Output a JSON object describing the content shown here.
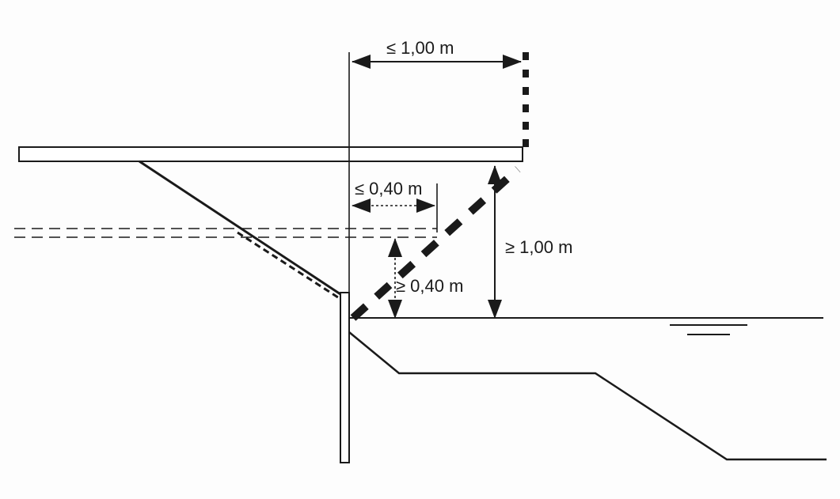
{
  "diagram": {
    "labels": {
      "top_width_max": "≤ 1,00 m",
      "inner_width_max": "≤ 0,40 m",
      "clear_height_min": "≥ 1,00 m",
      "gap_height_min": "≥ 0,40 m"
    },
    "colors": {
      "ink": "#1a1a1a",
      "background": "#fdfdfd"
    }
  }
}
